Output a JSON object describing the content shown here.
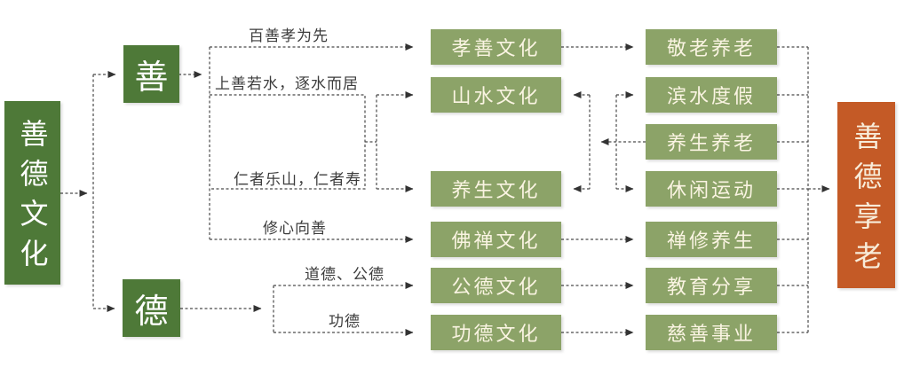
{
  "nodes": {
    "root": "善德文化",
    "branch_shan": "善",
    "branch_de": "德",
    "mid": [
      "孝善文化",
      "山水文化",
      "养生文化",
      "佛禅文化",
      "公德文化",
      "功德文化"
    ],
    "right": [
      "敬老养老",
      "滨水度假",
      "养生养老",
      "休闲运动",
      "禅修养生",
      "教育分享",
      "慈善事业"
    ],
    "sink": "善德享老"
  },
  "edge_labels": {
    "filial": "百善孝为先",
    "water": "上善若水，逐水而居",
    "mountain": "仁者乐山，仁者寿",
    "mind": "修心向善",
    "public_virtue": "道德、公德",
    "merit": "功德"
  },
  "edges": [
    {
      "from": "善德文化",
      "to": "善",
      "label": ""
    },
    {
      "from": "善德文化",
      "to": "德",
      "label": ""
    },
    {
      "from": "善",
      "to": "孝善文化",
      "label": "百善孝为先"
    },
    {
      "from": "善",
      "to": "山水文化",
      "label": "上善若水，逐水而居"
    },
    {
      "from": "善",
      "to": "养生文化",
      "label": "仁者乐山，仁者寿"
    },
    {
      "from": "善",
      "to": "佛禅文化",
      "label": "修心向善"
    },
    {
      "from": "德",
      "to": "公德文化",
      "label": "道德、公德"
    },
    {
      "from": "德",
      "to": "功德文化",
      "label": "功德"
    },
    {
      "from": "孝善文化",
      "to": "敬老养老",
      "label": ""
    },
    {
      "from": "养生养老",
      "to": "山水文化",
      "label": ""
    },
    {
      "from": "养生养老",
      "to": "养生文化",
      "label": ""
    },
    {
      "from": "山水文化·养生文化",
      "to": "滨水度假",
      "label": ""
    },
    {
      "from": "山水文化·养生文化",
      "to": "休闲运动",
      "label": ""
    },
    {
      "from": "佛禅文化",
      "to": "禅修养生",
      "label": ""
    },
    {
      "from": "公德文化",
      "to": "教育分享",
      "label": ""
    },
    {
      "from": "功德文化",
      "to": "慈善事业",
      "label": ""
    },
    {
      "from": "敬老养老·滨水度假·养生养老·休闲运动·禅修养生·教育分享·慈善事业",
      "to": "善德享老",
      "label": ""
    }
  ],
  "colors": {
    "dark_green": "#4E7938",
    "olive_green": "#8CA368",
    "orange": "#C45A26",
    "connector": "#4A4A4A",
    "arrowhead": "#333333",
    "box_text": "#FAF4E2",
    "label_text": "#3C3C3C"
  }
}
